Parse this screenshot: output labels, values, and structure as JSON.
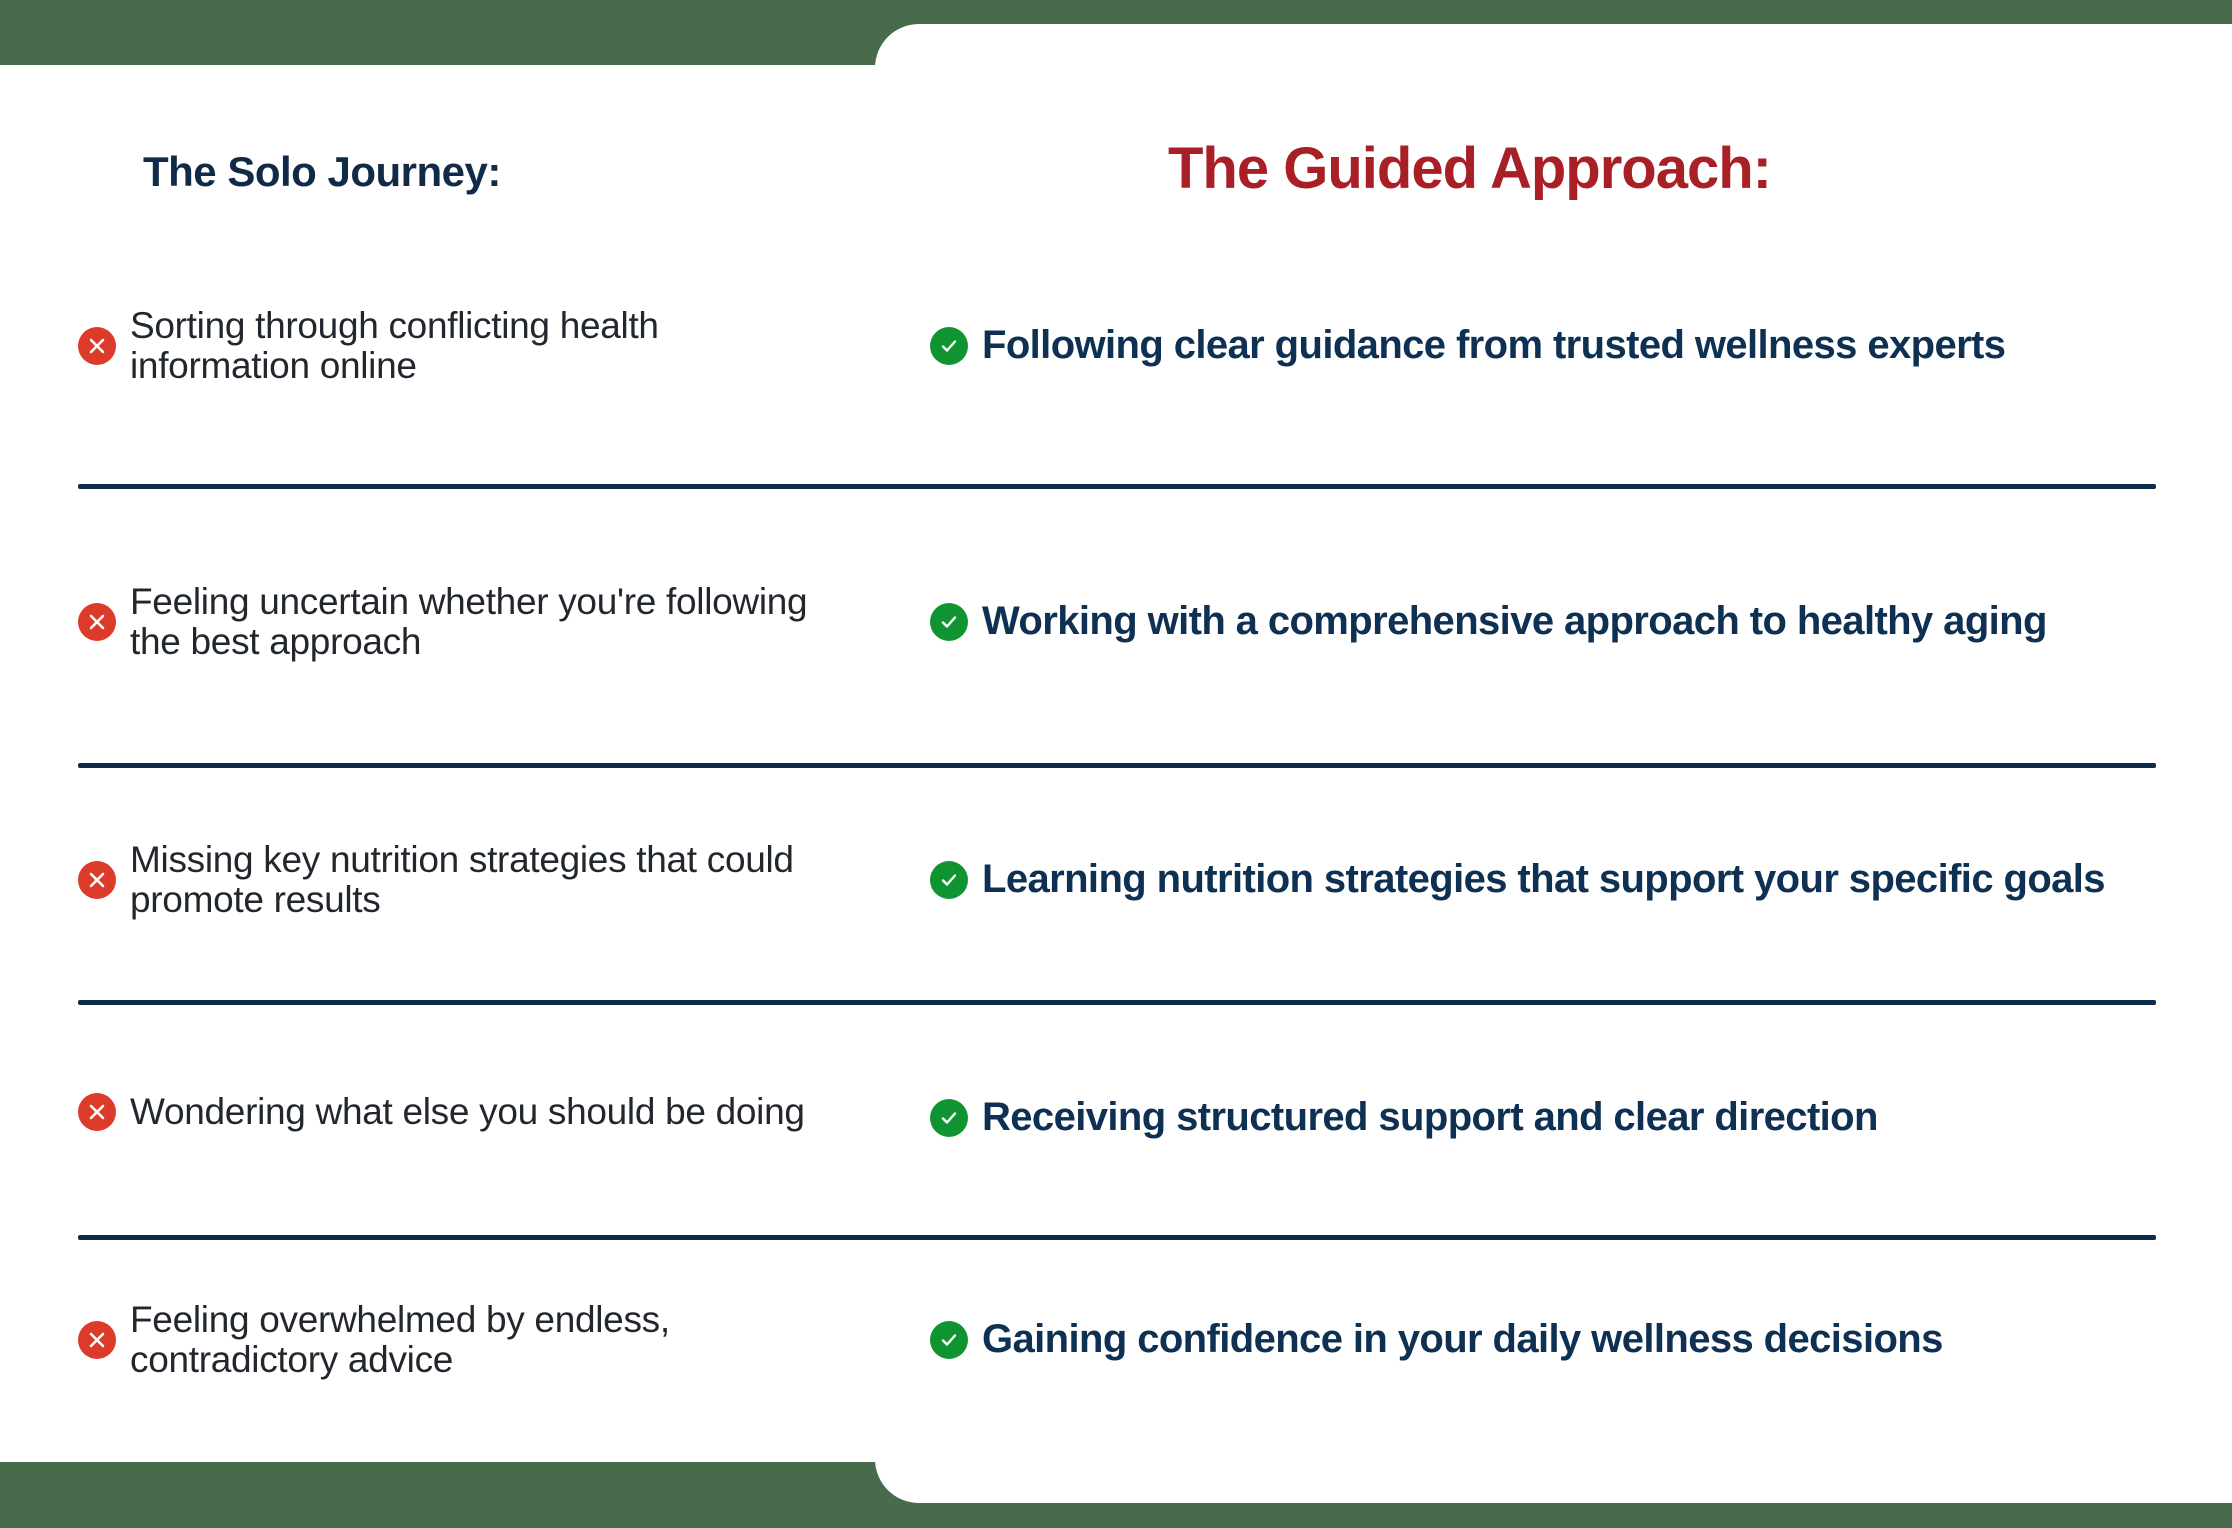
{
  "background_color": "#486B4B",
  "card_color": "#ffffff",
  "columns": {
    "left": {
      "heading": "The Solo Journey:",
      "heading_color": "#102A47",
      "icon": "x-circle-icon",
      "icon_color": "#DB3B28",
      "text_color": "#22272E"
    },
    "right": {
      "heading": "The Guided Approach:",
      "heading_color": "#A81F25",
      "icon": "check-circle-icon",
      "icon_color": "#109431",
      "text_color": "#0E3052"
    }
  },
  "divider_color": "#0E2D4D",
  "rows": [
    {
      "left": "Sorting through conflicting health information online",
      "right": "Following clear guidance from trusted wellness experts"
    },
    {
      "left": "Feeling uncertain whether you're following the best approach",
      "right": "Working with a comprehensive approach to healthy aging"
    },
    {
      "left": "Missing key nutrition strategies that could promote results",
      "right": "Learning nutrition strategies that support your specific goals"
    },
    {
      "left": "Wondering what else you should be doing",
      "right": "Receiving structured support and clear direction"
    },
    {
      "left": "Feeling overwhelmed by endless, contradictory advice",
      "right": "Gaining confidence in your daily wellness decisions"
    }
  ]
}
